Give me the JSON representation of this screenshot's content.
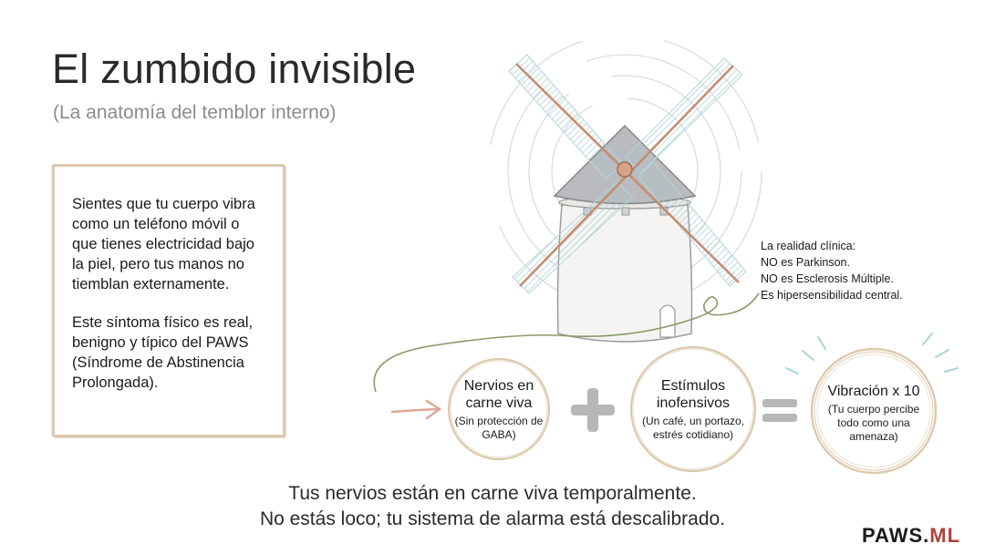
{
  "title": "El zumbido invisible",
  "subtitle": "(La anatomía del temblor interno)",
  "infobox": {
    "paragraph1": "Sientes que tu cuerpo vibra como un teléfono móvil o que tienes electricidad bajo la piel, pero tus manos no tiemblan externamente.",
    "paragraph2": "Este síntoma físico es real, benigno y típico del PAWS (Síndrome de Abstinencia Prolongada)."
  },
  "clinical_note": {
    "line1": "La realidad clínica:",
    "line2": "NO es Parkinson.",
    "line3": "NO es Esclerosis Múltiple.",
    "line4": "Es hipersensibilidad central."
  },
  "equation": {
    "term1": {
      "main": "Nervios en carne viva",
      "sub": "(Sin protección de GABA)"
    },
    "operator1": "+",
    "term2": {
      "main": "Estímulos inofensivos",
      "sub": "(Un café, un portazo, estrés cotidiano)"
    },
    "operator2": "=",
    "result": {
      "main": "Vibración x 10",
      "sub": "(Tu cuerpo percibe todo como una amenaza)"
    }
  },
  "footer": {
    "line1": "Tus nervios están en carne viva temporalmente.",
    "line2": "No estás loco; tu sistema de alarma está descalibrado."
  },
  "logo": {
    "part1": "PAWS.",
    "part2": "ML"
  },
  "colors": {
    "box_border": "#dcc9ad",
    "accent_red": "#b0413e",
    "arrow_pink": "#dca896",
    "line_green": "#8a9a6a",
    "blade_blue": "#a9d3d6"
  }
}
